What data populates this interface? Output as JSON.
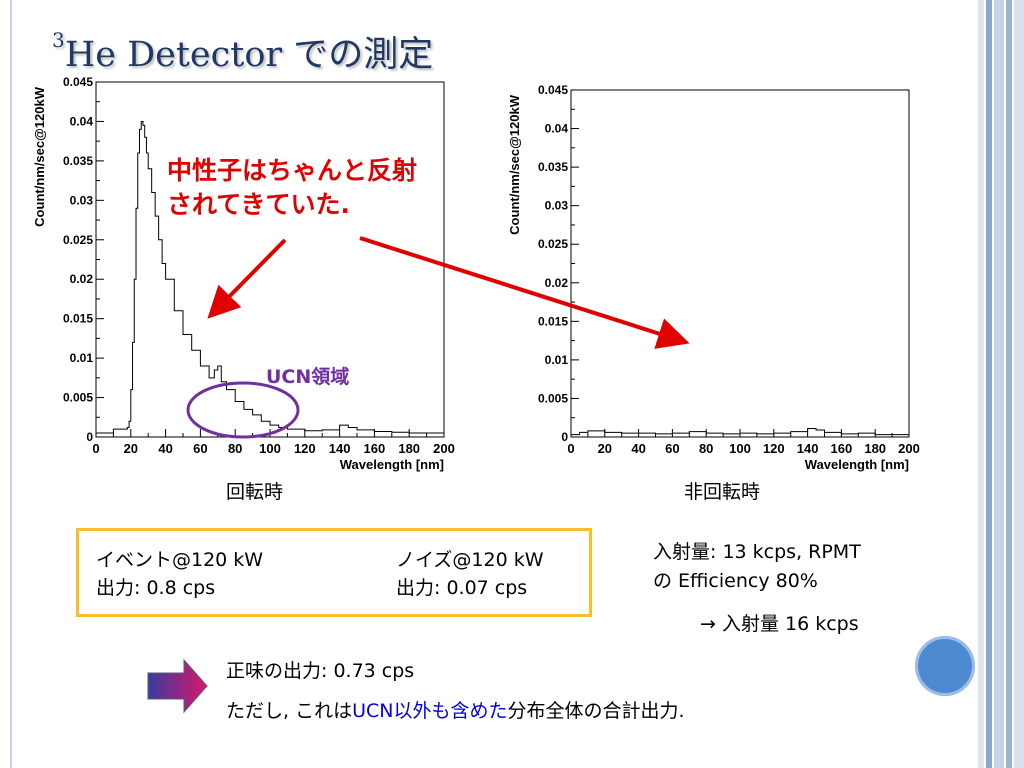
{
  "slide": {
    "title_sup": "3",
    "title_main": "He Detector での測定",
    "note_line1": "中性子はちゃんと反射",
    "note_line2": "されてきていた.",
    "ucn_label": "UCN領域",
    "caption_left": "回転時",
    "caption_right": "非回転時",
    "box": {
      "left_line1": "イベント@120 kW",
      "left_line2": "出力: 0.8 cps",
      "right_line1": "ノイズ@120 kW",
      "right_line2": "出力: 0.07 cps"
    },
    "incident_line1": "入射量: 13 kcps, RPMT",
    "incident_line2": "の Efficiency 80%",
    "incident_line3": "→ 入射量 16 kcps",
    "result_line1": "正味の出力: 0.73 cps",
    "result_line2_a": "ただし, これは",
    "result_line2_b": "UCN以外も含めた",
    "result_line2_c": "分布全体の合計出力."
  },
  "colors": {
    "title": "#1f3864",
    "note": "#e00000",
    "ucn": "#7030a0",
    "box_border": "#f4c12d",
    "highlight": "#0000e0"
  },
  "icons": {
    "arrow": "right-arrow-icon",
    "circle": "blue-circle-decoration"
  },
  "chart_data": [
    {
      "type": "line",
      "xlabel": "Wavelength [nm]",
      "ylabel": "Count/nm/sec@120kW",
      "xlim": [
        0,
        200
      ],
      "ylim": [
        0,
        0.045
      ],
      "xticks": [
        0,
        20,
        40,
        60,
        80,
        100,
        120,
        140,
        160,
        180,
        200
      ],
      "yticks": [
        0,
        0.005,
        0.01,
        0.015,
        0.02,
        0.025,
        0.03,
        0.035,
        0.04,
        0.045
      ],
      "ytick_labels": [
        "0",
        "0.005",
        "0.01",
        "0.015",
        "0.02",
        "0.025",
        "0.03",
        "0.035",
        "0.04",
        "0.045"
      ],
      "x": [
        0,
        10,
        18,
        19,
        20,
        21,
        22,
        23,
        24,
        25,
        26,
        27,
        28,
        29,
        30,
        32,
        34,
        36,
        38,
        40,
        45,
        50,
        55,
        60,
        65,
        68,
        70,
        72,
        75,
        80,
        85,
        90,
        95,
        100,
        105,
        110,
        120,
        130,
        140,
        145,
        150,
        160,
        170,
        180,
        190,
        200
      ],
      "y": [
        0.0005,
        0.001,
        0.0012,
        0.002,
        0.006,
        0.012,
        0.02,
        0.029,
        0.036,
        0.039,
        0.04,
        0.0395,
        0.038,
        0.036,
        0.034,
        0.031,
        0.028,
        0.025,
        0.022,
        0.02,
        0.016,
        0.013,
        0.011,
        0.009,
        0.0075,
        0.0085,
        0.009,
        0.007,
        0.006,
        0.0045,
        0.0035,
        0.0028,
        0.002,
        0.0015,
        0.0012,
        0.001,
        0.0008,
        0.0009,
        0.0015,
        0.0012,
        0.0009,
        0.0007,
        0.0006,
        0.0005,
        0.0005,
        0.0004
      ]
    },
    {
      "type": "line",
      "xlabel": "Wavelength [nm]",
      "ylabel": "Count/nm/sec@120kW",
      "xlim": [
        0,
        200
      ],
      "ylim": [
        0,
        0.045
      ],
      "xticks": [
        0,
        20,
        40,
        60,
        80,
        100,
        120,
        140,
        160,
        180,
        200
      ],
      "yticks": [
        0,
        0.005,
        0.01,
        0.015,
        0.02,
        0.025,
        0.03,
        0.035,
        0.04,
        0.045
      ],
      "ytick_labels": [
        "0",
        "0.005",
        "0.01",
        "0.015",
        "0.02",
        "0.025",
        "0.03",
        "0.035",
        "0.04",
        "0.045"
      ],
      "x": [
        0,
        5,
        10,
        20,
        30,
        40,
        50,
        60,
        70,
        80,
        90,
        100,
        110,
        120,
        130,
        140,
        145,
        150,
        160,
        170,
        180,
        190,
        200
      ],
      "y": [
        0.0003,
        0.0006,
        0.0008,
        0.0006,
        0.0005,
        0.0005,
        0.0004,
        0.0005,
        0.0007,
        0.0005,
        0.0004,
        0.0005,
        0.0004,
        0.0005,
        0.0007,
        0.0011,
        0.0009,
        0.0006,
        0.0004,
        0.0005,
        0.0003,
        0.0003,
        0.0002
      ]
    }
  ]
}
